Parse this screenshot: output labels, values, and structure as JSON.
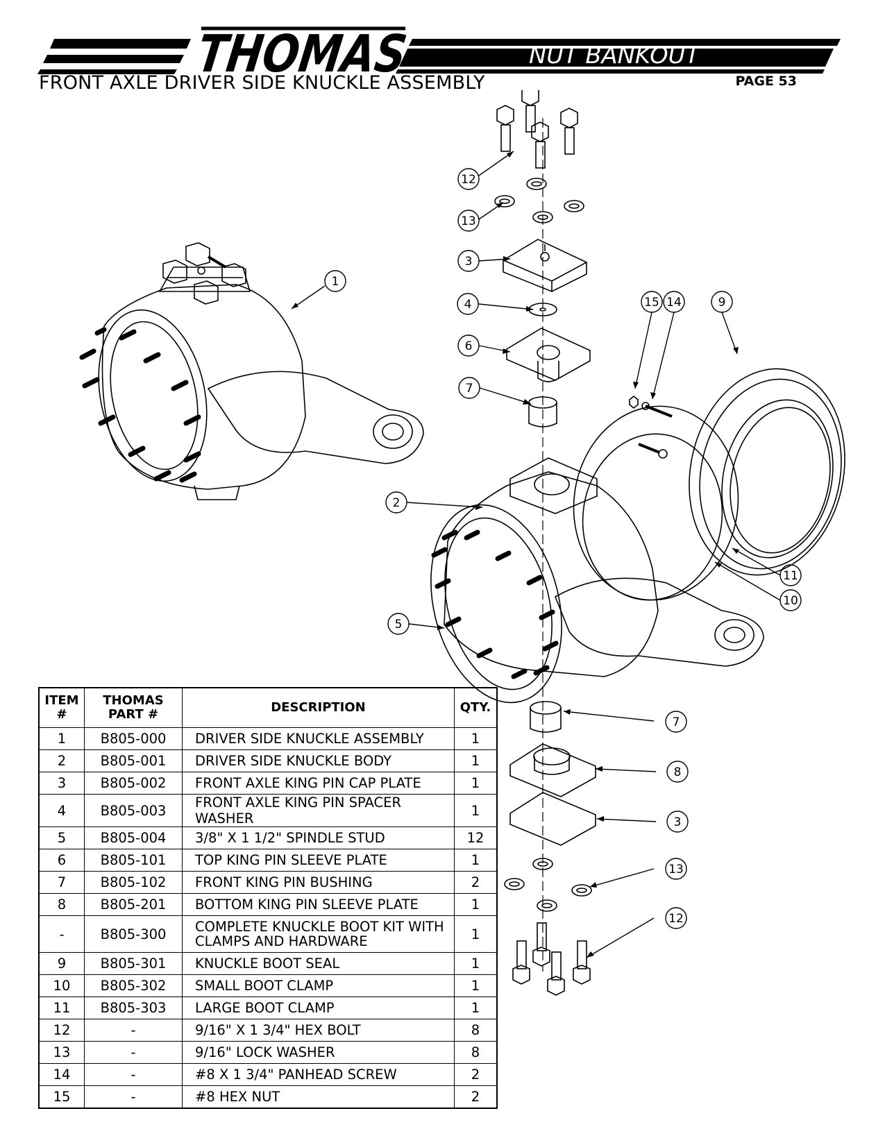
{
  "header": {
    "brand": "THOMAS",
    "product_line": "NUT BANKOUT",
    "document_title": "FRONT AXLE DRIVER SIDE KNUCKLE ASSEMBLY",
    "page_label": "PAGE 53"
  },
  "callouts": {
    "c1": "1",
    "c2": "2",
    "c3a": "3",
    "c3b": "3",
    "c4": "4",
    "c5": "5",
    "c6": "6",
    "c7a": "7",
    "c7b": "7",
    "c8": "8",
    "c9": "9",
    "c10": "10",
    "c11": "11",
    "c12a": "12",
    "c12b": "12",
    "c13a": "13",
    "c13b": "13",
    "c14": "14",
    "c15": "15"
  },
  "table": {
    "headers": {
      "item_line1": "ITEM",
      "item_line2": "#",
      "part_line1": "THOMAS",
      "part_line2": "PART #",
      "description": "DESCRIPTION",
      "qty": "QTY."
    },
    "rows": [
      {
        "item": "1",
        "part": "B805-000",
        "description": "DRIVER SIDE KNUCKLE ASSEMBLY",
        "qty": "1"
      },
      {
        "item": "2",
        "part": "B805-001",
        "description": "DRIVER SIDE KNUCKLE BODY",
        "qty": "1"
      },
      {
        "item": "3",
        "part": "B805-002",
        "description": "FRONT AXLE KING PIN CAP PLATE",
        "qty": "1"
      },
      {
        "item": "4",
        "part": "B805-003",
        "description": "FRONT AXLE KING PIN SPACER WASHER",
        "qty": "1"
      },
      {
        "item": "5",
        "part": "B805-004",
        "description": "3/8\" X 1 1/2\" SPINDLE STUD",
        "qty": "12"
      },
      {
        "item": "6",
        "part": "B805-101",
        "description": "TOP KING PIN SLEEVE PLATE",
        "qty": "1"
      },
      {
        "item": "7",
        "part": "B805-102",
        "description": "FRONT KING PIN BUSHING",
        "qty": "2"
      },
      {
        "item": "8",
        "part": "B805-201",
        "description": "BOTTOM KING PIN SLEEVE PLATE",
        "qty": "1"
      },
      {
        "item": "-",
        "part": "B805-300",
        "description_line1": "COMPLETE KNUCKLE BOOT KIT WITH",
        "description_line2": "CLAMPS AND HARDWARE",
        "qty": "1"
      },
      {
        "item": "9",
        "part": "B805-301",
        "description": "KNUCKLE BOOT SEAL",
        "qty": "1"
      },
      {
        "item": "10",
        "part": "B805-302",
        "description": "SMALL BOOT CLAMP",
        "qty": "1"
      },
      {
        "item": "11",
        "part": "B805-303",
        "description": "LARGE BOOT CLAMP",
        "qty": "1"
      },
      {
        "item": "12",
        "part": "-",
        "description": "9/16\" X 1 3/4\" HEX BOLT",
        "qty": "8"
      },
      {
        "item": "13",
        "part": "-",
        "description": "9/16\" LOCK WASHER",
        "qty": "8"
      },
      {
        "item": "14",
        "part": "-",
        "description": "#8 X 1 3/4\" PANHEAD SCREW",
        "qty": "2"
      },
      {
        "item": "15",
        "part": "-",
        "description": "#8 HEX NUT",
        "qty": "2"
      }
    ]
  }
}
